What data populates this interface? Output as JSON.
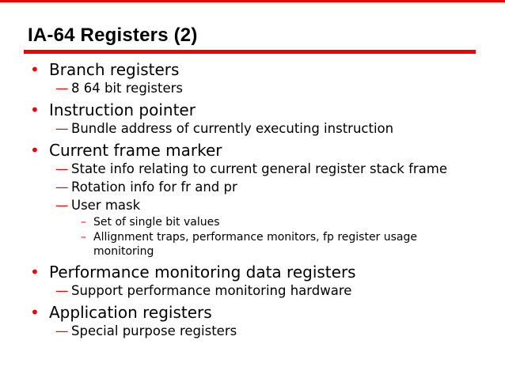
{
  "colors": {
    "accent_red": "#f20000",
    "text": "#000000",
    "background": "#ffffff"
  },
  "header": {
    "title": "IA-64 Registers (2)"
  },
  "bullets": {
    "level1_marker": "•",
    "level2_marker": "—",
    "level3_marker": "–"
  },
  "slide": {
    "items": [
      {
        "level": 1,
        "text": "Branch registers"
      },
      {
        "level": 2,
        "text": "8 64 bit registers"
      },
      {
        "level": 1,
        "text": "Instruction pointer"
      },
      {
        "level": 2,
        "text": "Bundle address of currently executing instruction"
      },
      {
        "level": 1,
        "text": "Current frame marker"
      },
      {
        "level": 2,
        "text": "State info relating to current general register stack frame"
      },
      {
        "level": 2,
        "text": "Rotation info for fr and pr"
      },
      {
        "level": 2,
        "text": "User mask"
      },
      {
        "level": 3,
        "text": "Set of single bit values"
      },
      {
        "level": 3,
        "text": "Allignment traps, performance monitors, fp register usage monitoring"
      },
      {
        "level": 1,
        "text": "Performance monitoring data registers"
      },
      {
        "level": 2,
        "text": "Support performance monitoring hardware"
      },
      {
        "level": 1,
        "text": "Application registers"
      },
      {
        "level": 2,
        "text": "Special purpose registers"
      }
    ]
  }
}
